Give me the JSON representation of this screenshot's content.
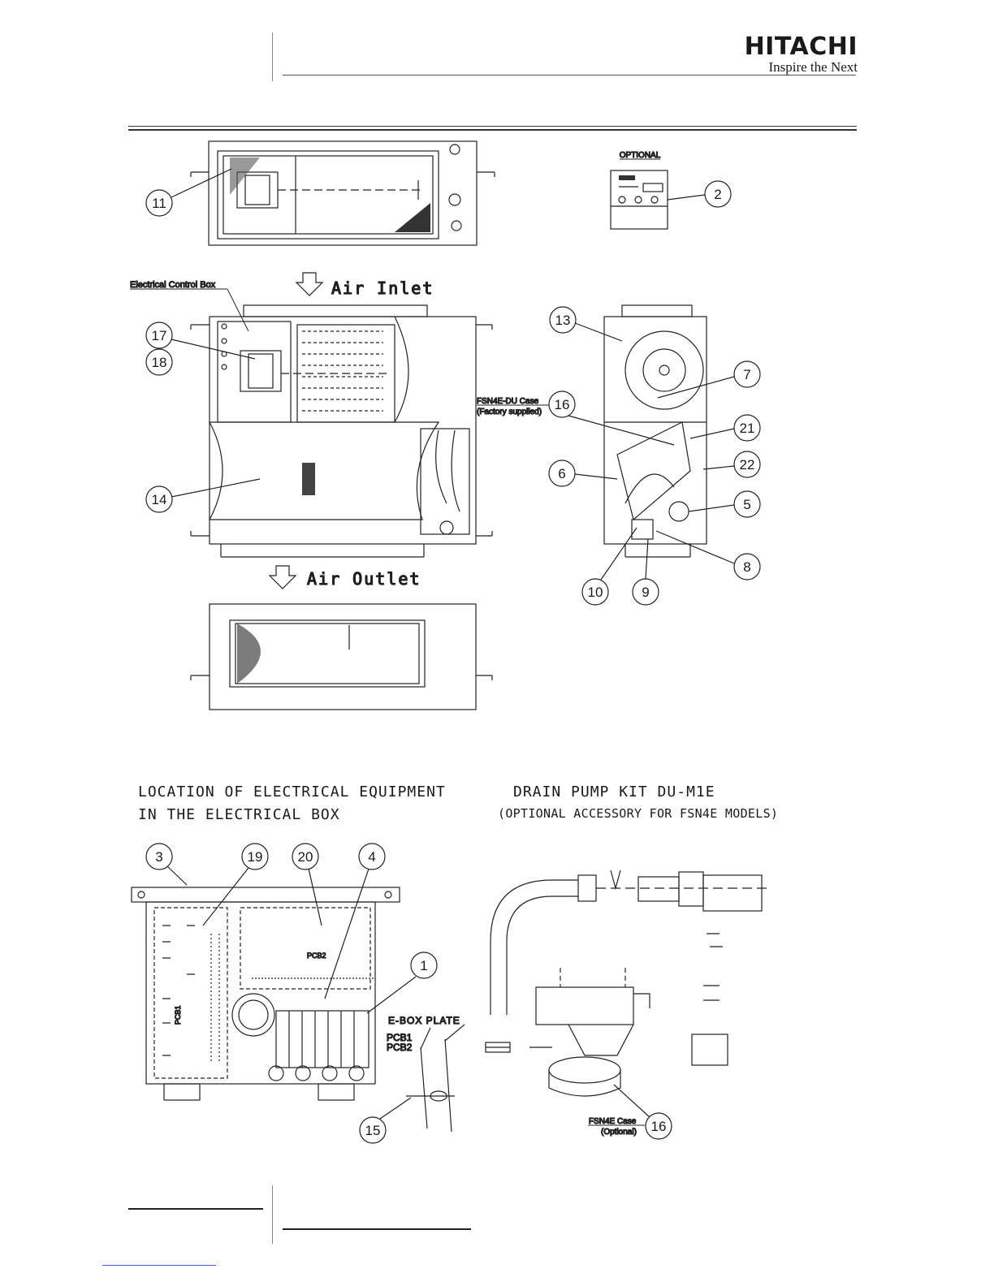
{
  "header": {
    "brand": "HITACHI",
    "tagline": "Inspire the Next"
  },
  "views": {
    "optional_label": "OPTIONAL",
    "electrical_control_box": "Electrical Control Box",
    "air_inlet": "Air Inlet",
    "air_outlet": "Air Outlet",
    "du_case_line1": "FSN4E-DU Case",
    "du_case_line2": "(Factory supplied)"
  },
  "sections": {
    "electrical_line1": "LOCATION OF ELECTRICAL EQUIPMENT",
    "electrical_line2": "IN THE ELECTRICAL BOX",
    "pump_line1": "DRAIN PUMP KIT DU-M1E",
    "pump_line2": "(OPTIONAL ACCESSORY FOR FSN4E MODELS)"
  },
  "ebox": {
    "pcb1": "PCB1",
    "pcb2": "PCB2",
    "plate": "E-BOX PLATE",
    "pcb12_line1": "PCB1",
    "pcb12_line2": "PCB2"
  },
  "pump": {
    "case_line1": "FSN4E Case",
    "case_line2": "(Optional)"
  },
  "callouts": {
    "c1": "1",
    "c2": "2",
    "c3": "3",
    "c4": "4",
    "c5": "5",
    "c6": "6",
    "c7": "7",
    "c8": "8",
    "c9": "9",
    "c10": "10",
    "c11": "11",
    "c13": "13",
    "c14": "14",
    "c15": "15",
    "c16a": "16",
    "c16b": "16",
    "c17": "17",
    "c18": "18",
    "c19": "19",
    "c20": "20",
    "c21": "21",
    "c22": "22"
  }
}
